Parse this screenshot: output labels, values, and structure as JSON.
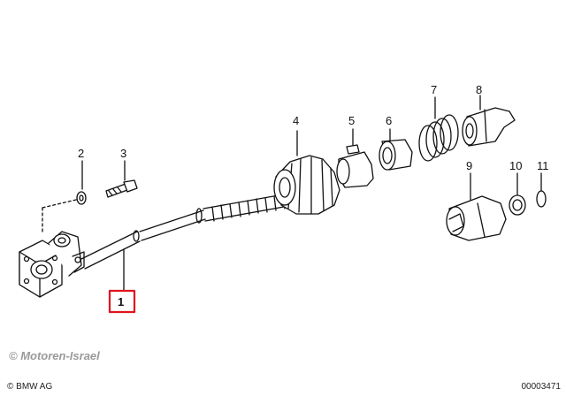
{
  "diagram": {
    "callouts": [
      "1",
      "2",
      "3",
      "4",
      "5",
      "6",
      "7",
      "8",
      "9",
      "10",
      "11"
    ],
    "highlighted_callout": "1",
    "highlight_color": "#e0141e"
  },
  "footer": {
    "watermark": "© Motoren-Israel",
    "copyright": "© BMW AG",
    "doc_number": "00003471"
  }
}
